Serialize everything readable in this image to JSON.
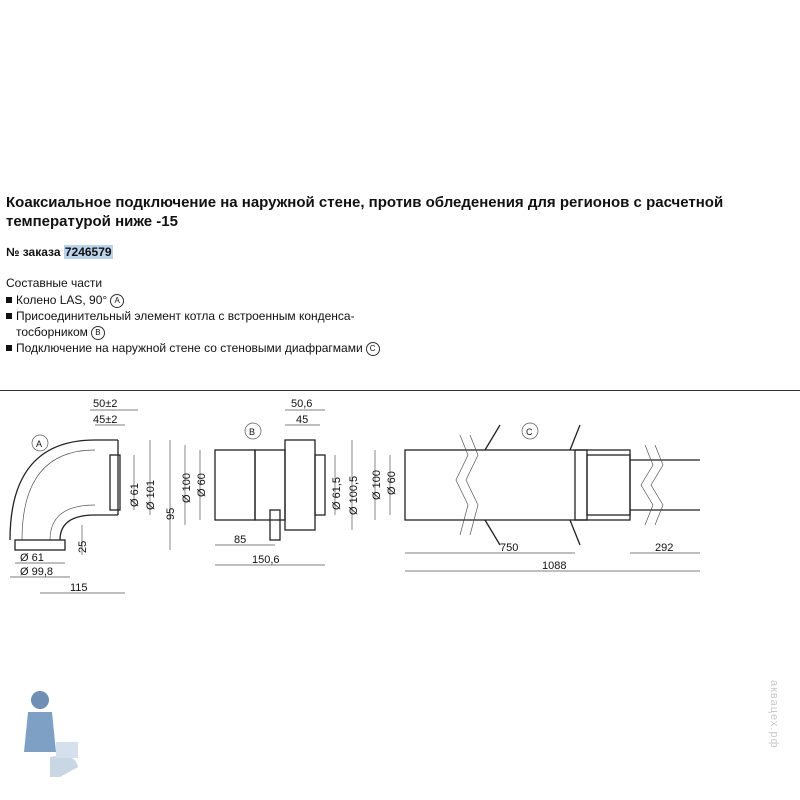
{
  "header": {
    "title": "Коаксиальное подключение на наружной стене, против обледенения для регионов с расчетной температурой ниже -15",
    "order_label": "№ заказа",
    "order_number": "7246579"
  },
  "parts": {
    "heading": "Составные части",
    "items": [
      {
        "text": "Колено LAS, 90°",
        "marker": "A"
      },
      {
        "text": "Присоединительный элемент котла с встроенным конденса-тосборником",
        "marker": "B"
      },
      {
        "text": "Подключение на наружной стене со стеновыми диафрагмами",
        "marker": "C"
      }
    ]
  },
  "drawing": {
    "A": {
      "marker": "A",
      "dims": {
        "top_outer": "50±2",
        "top_inner": "45±2",
        "d_inner": "Ø 61",
        "d_outer": "Ø 101",
        "height": "95",
        "offset": "25",
        "d_bottom_inner": "Ø 61",
        "d_bottom_outer": "Ø 99,8",
        "width": "115"
      }
    },
    "B": {
      "marker": "B",
      "dims": {
        "top_outer": "50,6",
        "top_inner": "45",
        "d_left_outer": "Ø 100",
        "d_left_inner": "Ø 60",
        "d_right_inner": "Ø 61,5",
        "d_right_outer": "Ø 100,5",
        "offset": "85",
        "length": "150,6"
      }
    },
    "C": {
      "marker": "C",
      "dims": {
        "d_outer": "Ø 100",
        "d_inner": "Ø 60",
        "inner_length": "750",
        "total_length": "1088",
        "end_length": "292"
      }
    }
  },
  "watermark": "аквацех.рф"
}
